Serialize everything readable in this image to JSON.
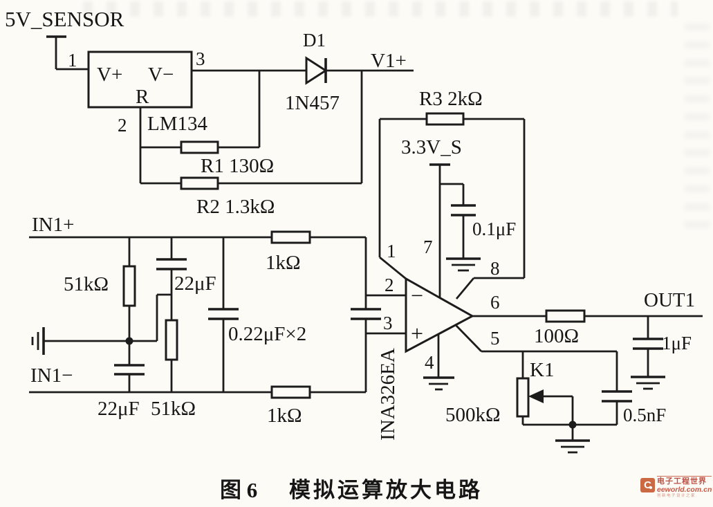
{
  "power": {
    "sensor_rail": "5V_SENSOR",
    "analog_rail": "3.3V_S"
  },
  "current_source": {
    "part": "LM134",
    "pin_vplus_label": "V+",
    "pin_vminus_label": "V−",
    "pin_r_label": "R",
    "pin1": "1",
    "pin2": "2",
    "pin3": "3",
    "r1": "R1 130Ω",
    "r2": "R2 1.3kΩ"
  },
  "diode": {
    "ref": "D1",
    "part": "1N457",
    "output_net": "V1+"
  },
  "input_filter": {
    "in_plus": "IN1+",
    "in_minus": "IN1−",
    "r_pullup": "51kΩ",
    "c_in_plus": "22μF",
    "c_in_minus": "22μF",
    "r_pulldown": "51kΩ",
    "c_diff_pair": "0.22μF×2",
    "r_series_plus": "1kΩ",
    "r_series_minus": "1kΩ"
  },
  "opamp": {
    "part": "INA326EA",
    "inverting_label": "−",
    "noninverting_label": "+",
    "pin1": "1",
    "pin2": "2",
    "pin3": "3",
    "pin4": "4",
    "pin5": "5",
    "pin6": "6",
    "pin7": "7",
    "pin8": "8",
    "gain_resistor": "R3 2kΩ",
    "bypass_cap": "0.1μF"
  },
  "output": {
    "net": "OUT1",
    "r_series": "100Ω",
    "c_load": "1μF",
    "pot_ref": "K1",
    "pot_value": "500kΩ",
    "c_comp": "0.5nF"
  },
  "caption": {
    "figure_label": "图 6",
    "figure_title": "模拟运算放大电路"
  },
  "watermark": {
    "logo_letter": "C",
    "site_name": "电子工程世界",
    "site_url": "eeworld.com.cn",
    "slogan": "创新电子设计之家"
  }
}
